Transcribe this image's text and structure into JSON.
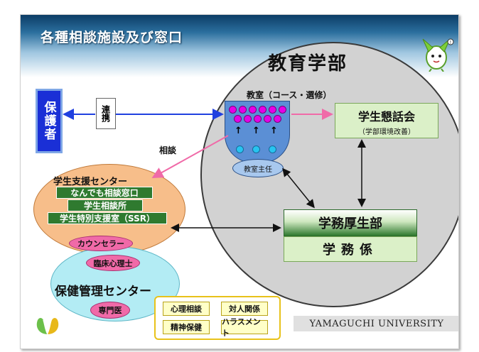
{
  "title": "各種相談施設及び窓口",
  "faculty": "教育学部",
  "classroom_label": "教室（コース・選修）",
  "teacher": "教室主任",
  "parents": "保護者",
  "renkei": "連携",
  "sodan": "相談",
  "council": {
    "title": "学生懇話会",
    "subtitle": "（学部環境改善）"
  },
  "office": {
    "top": "学務厚生部",
    "bottom": "学務係"
  },
  "support_center": {
    "title": "学生支援センター",
    "items": [
      "なんでも相談窓口",
      "学生相談所",
      "学生特別支援室（SSR）"
    ]
  },
  "counselor": "カウンセラー",
  "psychologist": "臨床心理士",
  "health_center": "保健管理センター",
  "doctor": "専門医",
  "topics": [
    "心理相談",
    "対人関係",
    "精神保健",
    "ハラスメント"
  ],
  "university": "YAMAGUCHI UNIVERSITY",
  "colors": {
    "parents_blue": "#1a2fd6",
    "green": "#2f7a2f",
    "pink_arrow": "#f06aa8",
    "blue_arrow": "#2040e0",
    "magenta_dot": "#e600e6",
    "cyan_dot": "#27c4f0"
  }
}
